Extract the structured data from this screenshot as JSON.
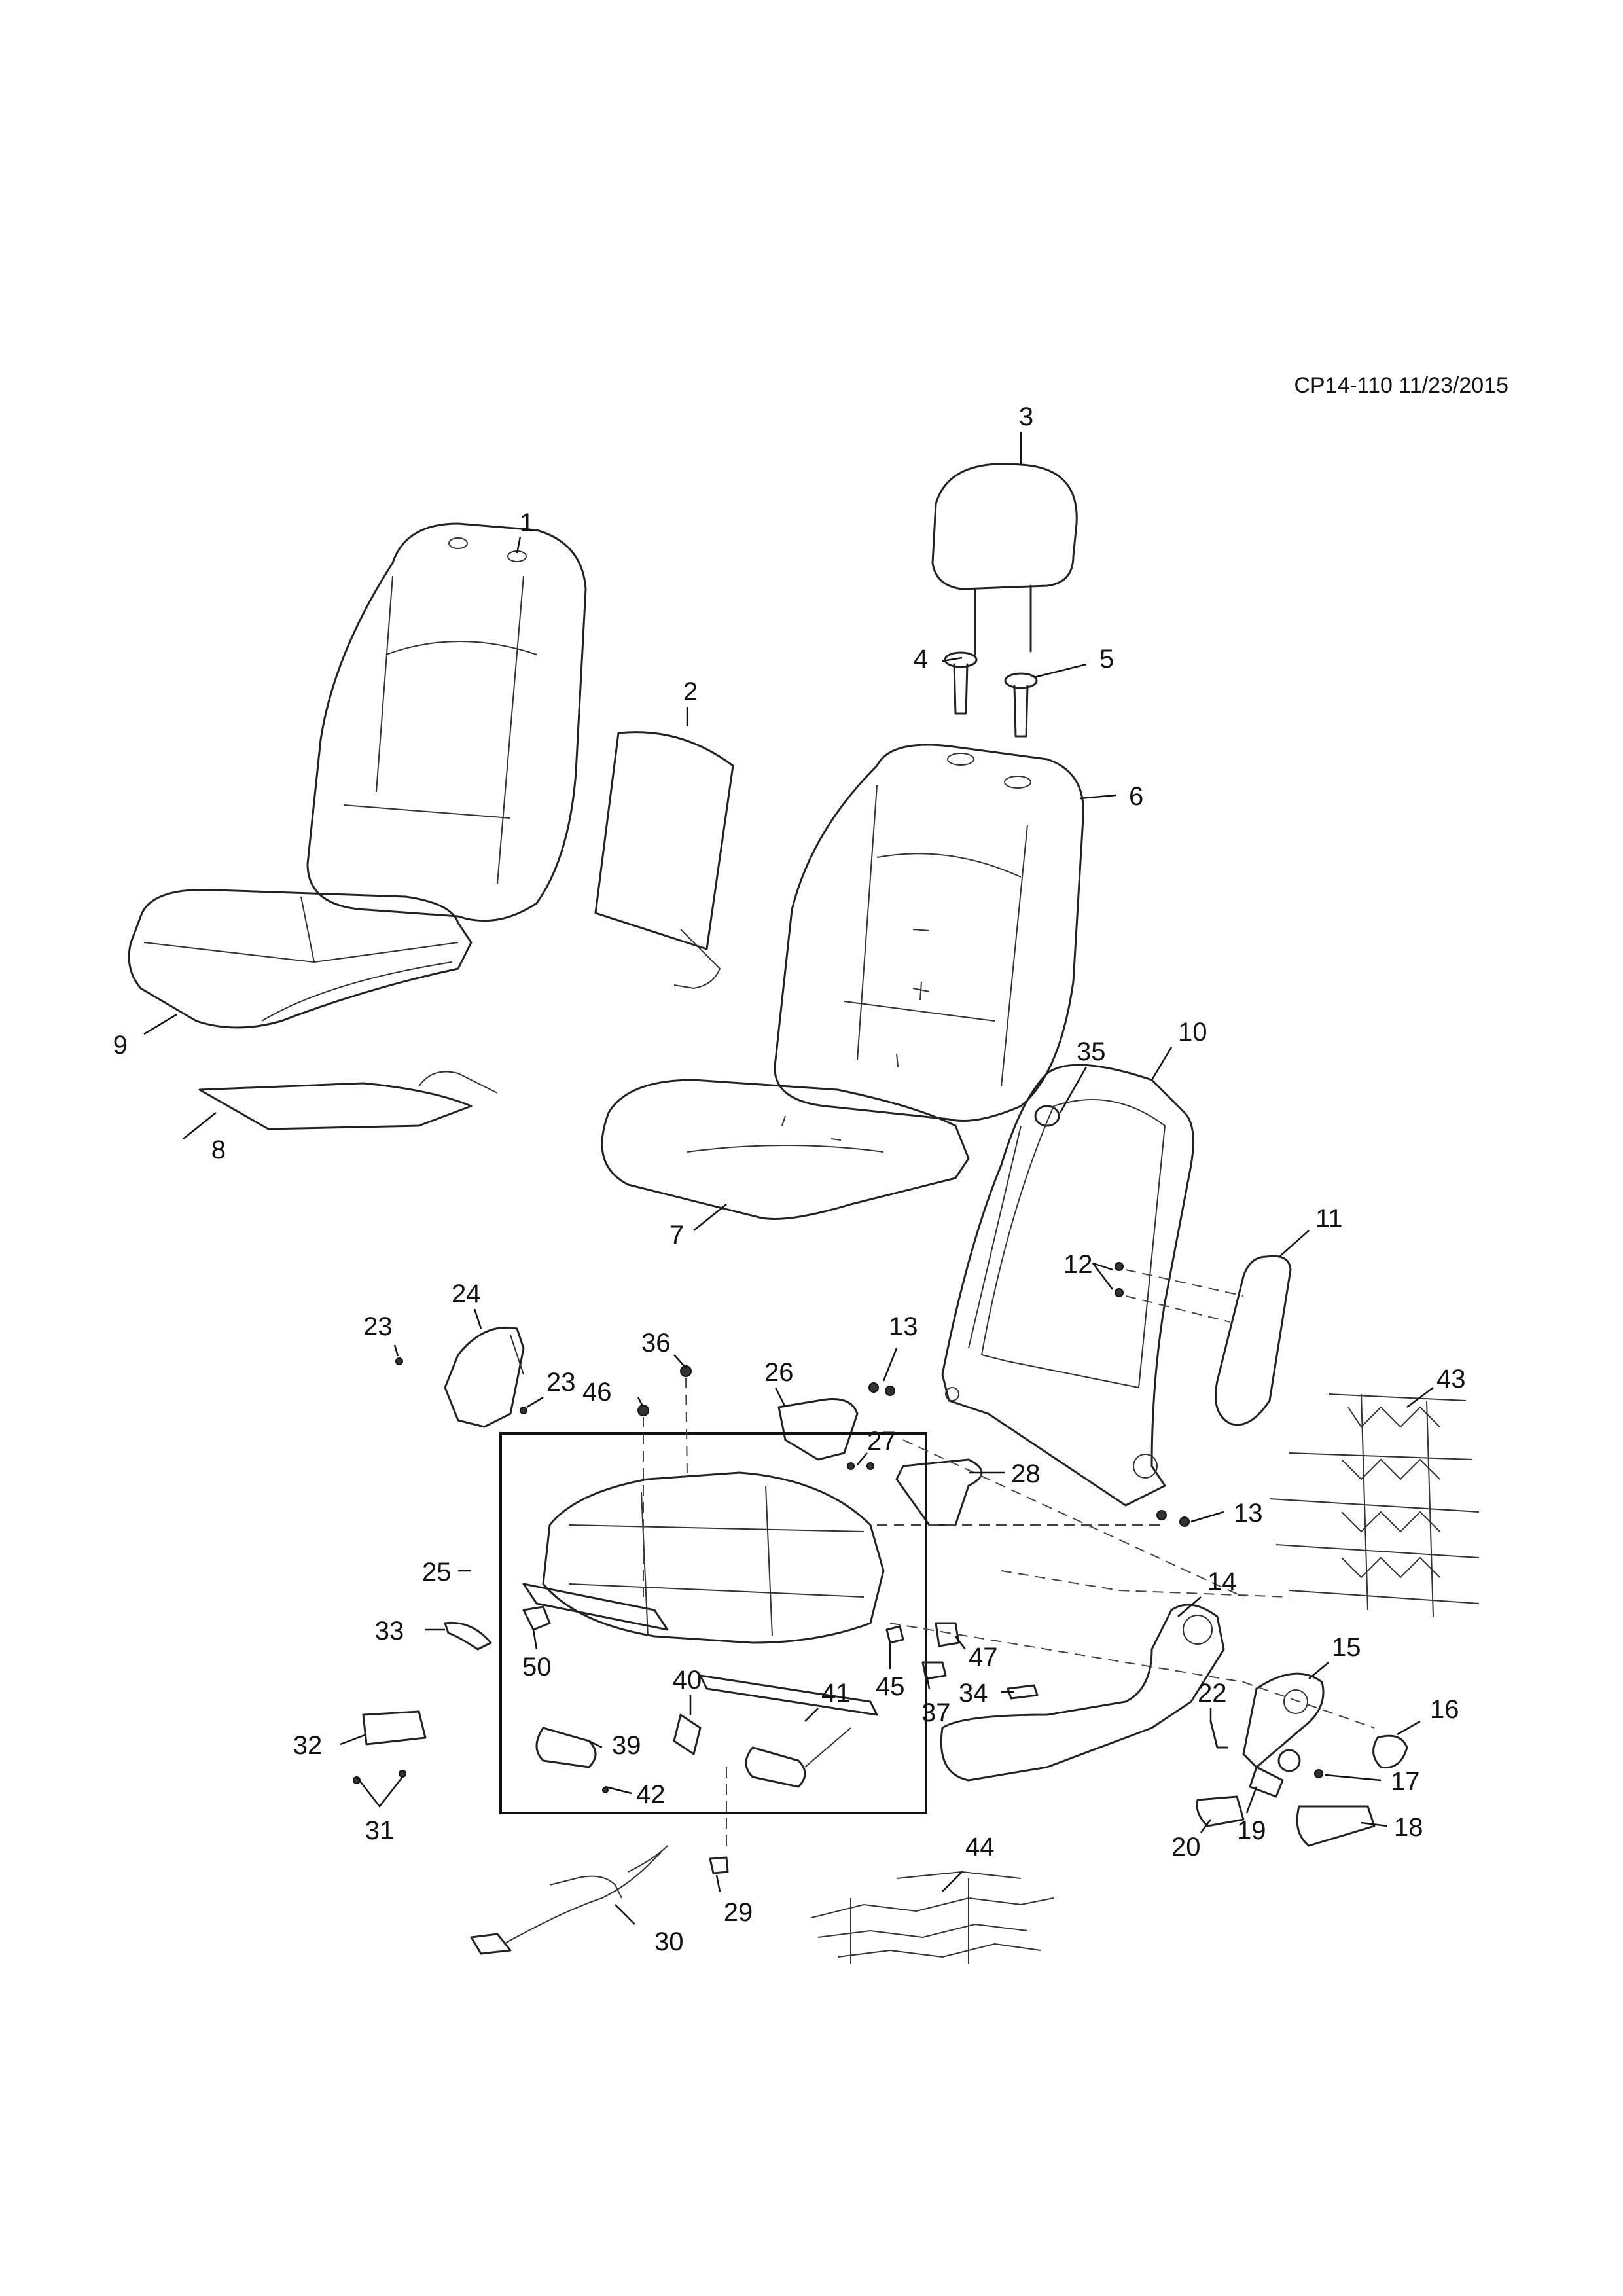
{
  "diagram": {
    "code": "CP14-110 11/23/2015"
  },
  "callouts": [
    "1",
    "2",
    "3",
    "4",
    "5",
    "6",
    "7",
    "8",
    "9",
    "10",
    "11",
    "12",
    "13",
    "13",
    "14",
    "15",
    "16",
    "17",
    "18",
    "19",
    "20",
    "22",
    "23",
    "23",
    "24",
    "25",
    "26",
    "27",
    "28",
    "29",
    "30",
    "31",
    "32",
    "33",
    "34",
    "35",
    "36",
    "37",
    "39",
    "40",
    "41",
    "42",
    "43",
    "44",
    "45",
    "46",
    "47",
    "50"
  ]
}
